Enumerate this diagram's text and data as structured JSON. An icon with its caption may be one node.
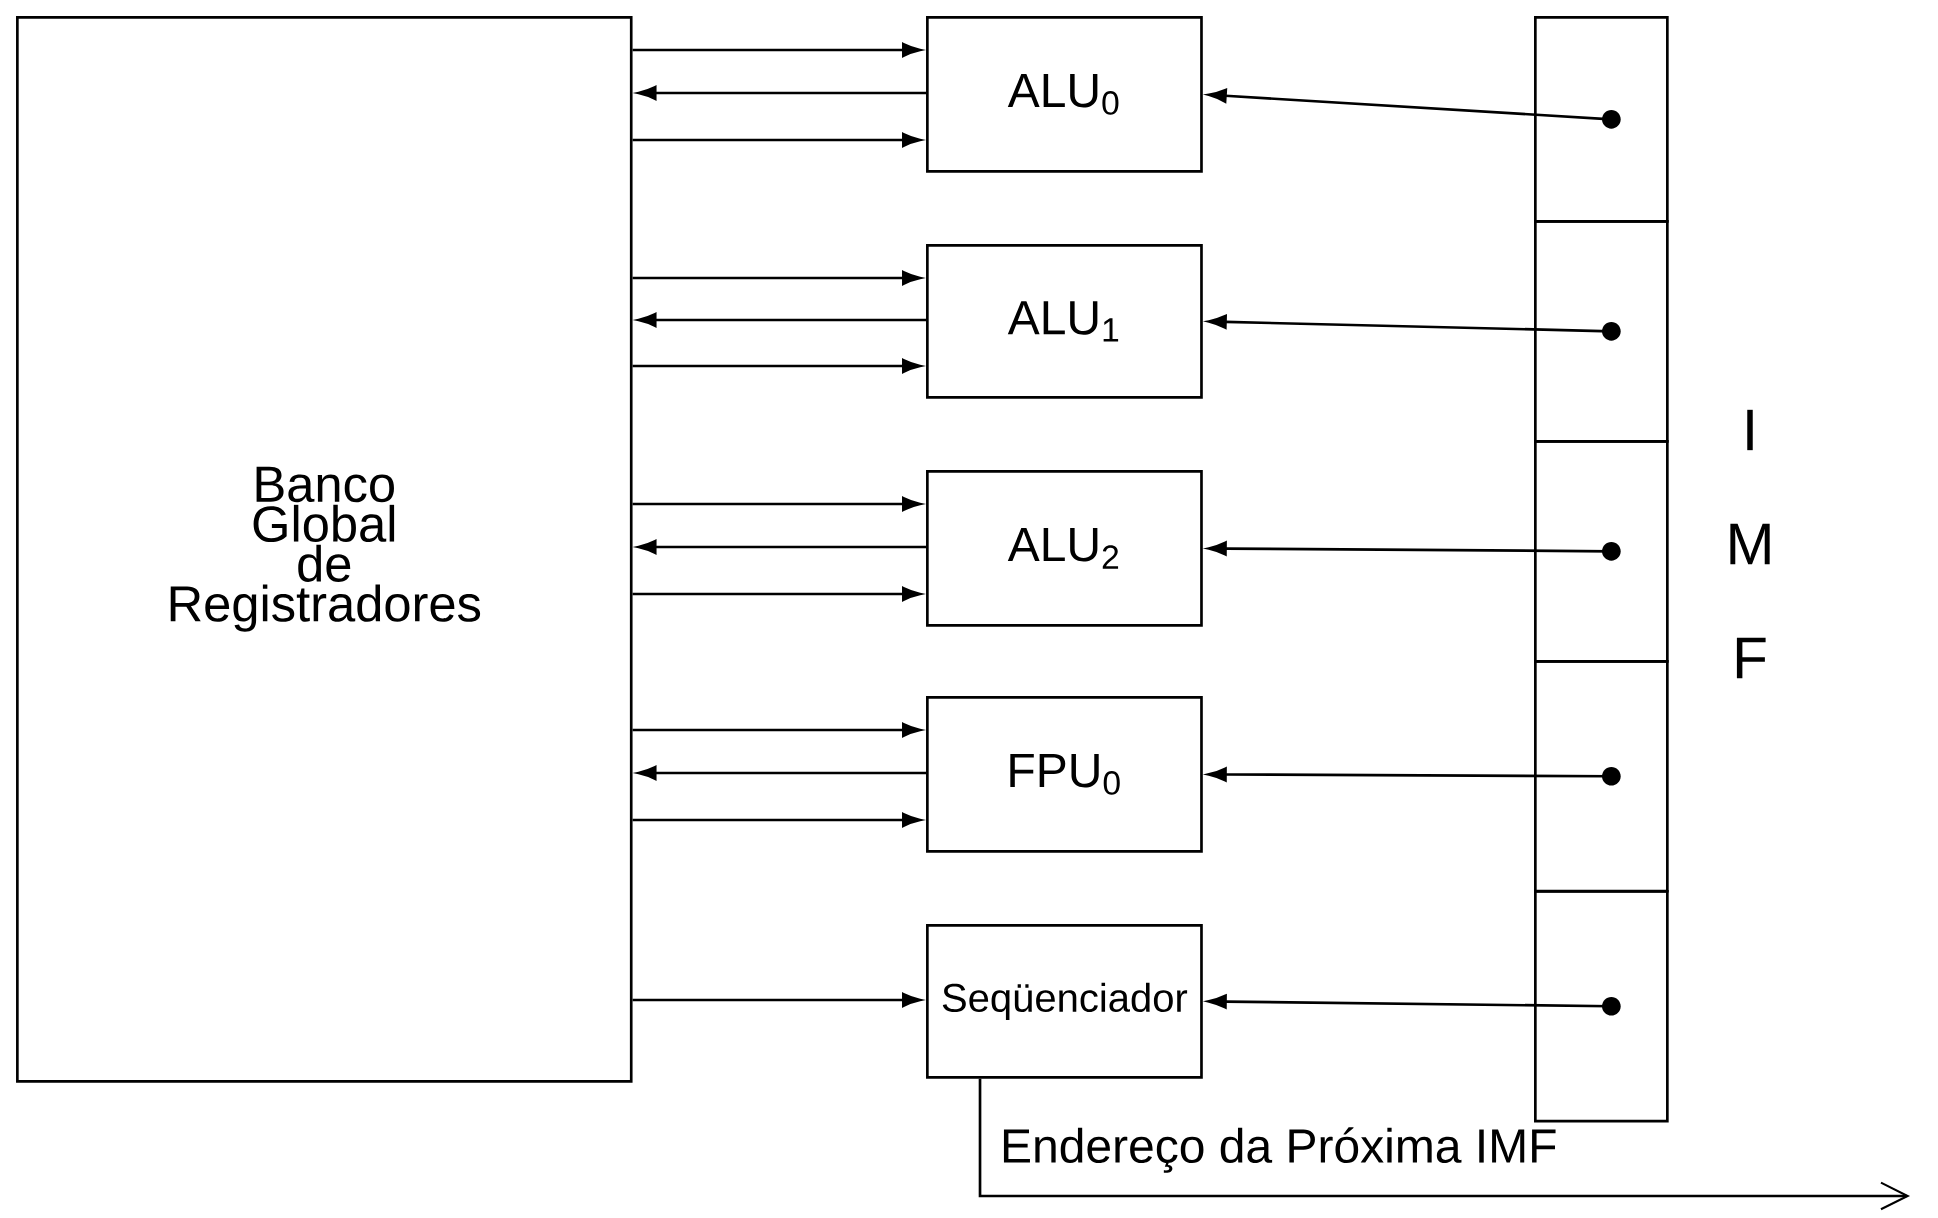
{
  "diagram": {
    "nodes": [
      {
        "text": [
          "Banco Global de Registradores"
        ]
      },
      {
        "text": [
          "ALU$_{0}$"
        ]
      },
      {
        "text": [
          "ALU$_{1}$"
        ]
      },
      {
        "text": [
          "ALU$_{2}$"
        ]
      },
      {
        "text": [
          "FPU$_{0}$"
        ]
      },
      {
        "text": [
          "Seqüenciador"
        ]
      },
      {
        "text": [],
        "shape": "box"
      },
      {
        "text": [],
        "shape": "box"
      },
      {
        "text": [],
        "shape": "box"
      },
      {
        "text": [],
        "shape": "box"
      },
      {
        "text": [],
        "shape": "box"
      }
    ],
    "edges": [
      {
        "from": 0,
        "to": 1,
        "arrow": "to"
      },
      {
        "from": 1,
        "to": 0,
        "arrow": "to"
      },
      {
        "from": 0,
        "to": 1,
        "arrow": "to"
      },
      {
        "from": 0,
        "to": 2,
        "arrow": "to"
      },
      {
        "from": 2,
        "to": 0,
        "arrow": "to"
      },
      {
        "from": 0,
        "to": 2,
        "arrow": "to"
      },
      {
        "from": 0,
        "to": 3,
        "arrow": "to"
      },
      {
        "from": 3,
        "to": 0,
        "arrow": "to"
      },
      {
        "from": 0,
        "to": 3,
        "arrow": "to"
      },
      {
        "from": 0,
        "to": 4,
        "arrow": "to"
      },
      {
        "from": 4,
        "to": 0,
        "arrow": "to"
      },
      {
        "from": 0,
        "to": 4,
        "arrow": "to"
      },
      {
        "from": 0,
        "to": 5,
        "arrow": "to"
      },
      {
        "from": 6,
        "to": 1,
        "arrow": "to"
      },
      {
        "from": 7,
        "to": 2,
        "arrow": "to"
      },
      {
        "from": 8,
        "to": 3,
        "arrow": "to"
      },
      {
        "from": 9,
        "to": 4,
        "arrow": "to"
      },
      {
        "from": 10,
        "to": 5,
        "arrow": "to"
      },
      {
        "from": 5,
        "to": null,
        "arrow": "to",
        "label": "Endereço da Próxima IMF"
      }
    ],
    "labels": [
      "I",
      "M",
      "F"
    ]
  }
}
